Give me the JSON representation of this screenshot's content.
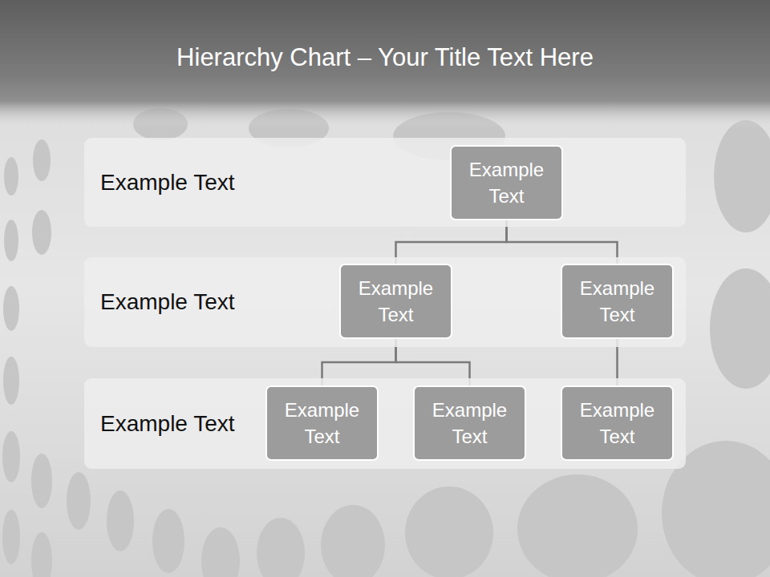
{
  "diagram": {
    "title": "Hierarchy Chart – Your Title Text Here",
    "nodes": [
      {
        "text": [
          "Example Text"
        ]
      },
      {
        "text": [
          "Example Text"
        ],
        "in": 0
      },
      {
        "text": [
          "Example Text"
        ]
      },
      {
        "text": [
          "Example Text"
        ],
        "in": 2
      },
      {
        "text": [
          "Example Text"
        ],
        "in": 2
      },
      {
        "text": [
          "Example Text"
        ]
      },
      {
        "text": [
          "Example Text"
        ],
        "in": 5
      },
      {
        "text": [
          "Example Text"
        ],
        "in": 5
      },
      {
        "text": [
          "Example Text"
        ],
        "in": 5
      }
    ],
    "edges": [
      {
        "from": 1,
        "to": 3,
        "arrow": "none"
      },
      {
        "from": 1,
        "to": 4,
        "arrow": "none"
      },
      {
        "from": 3,
        "to": 6,
        "arrow": "none"
      },
      {
        "from": 3,
        "to": 7,
        "arrow": "none"
      },
      {
        "from": 4,
        "to": 8,
        "arrow": "none"
      }
    ]
  }
}
